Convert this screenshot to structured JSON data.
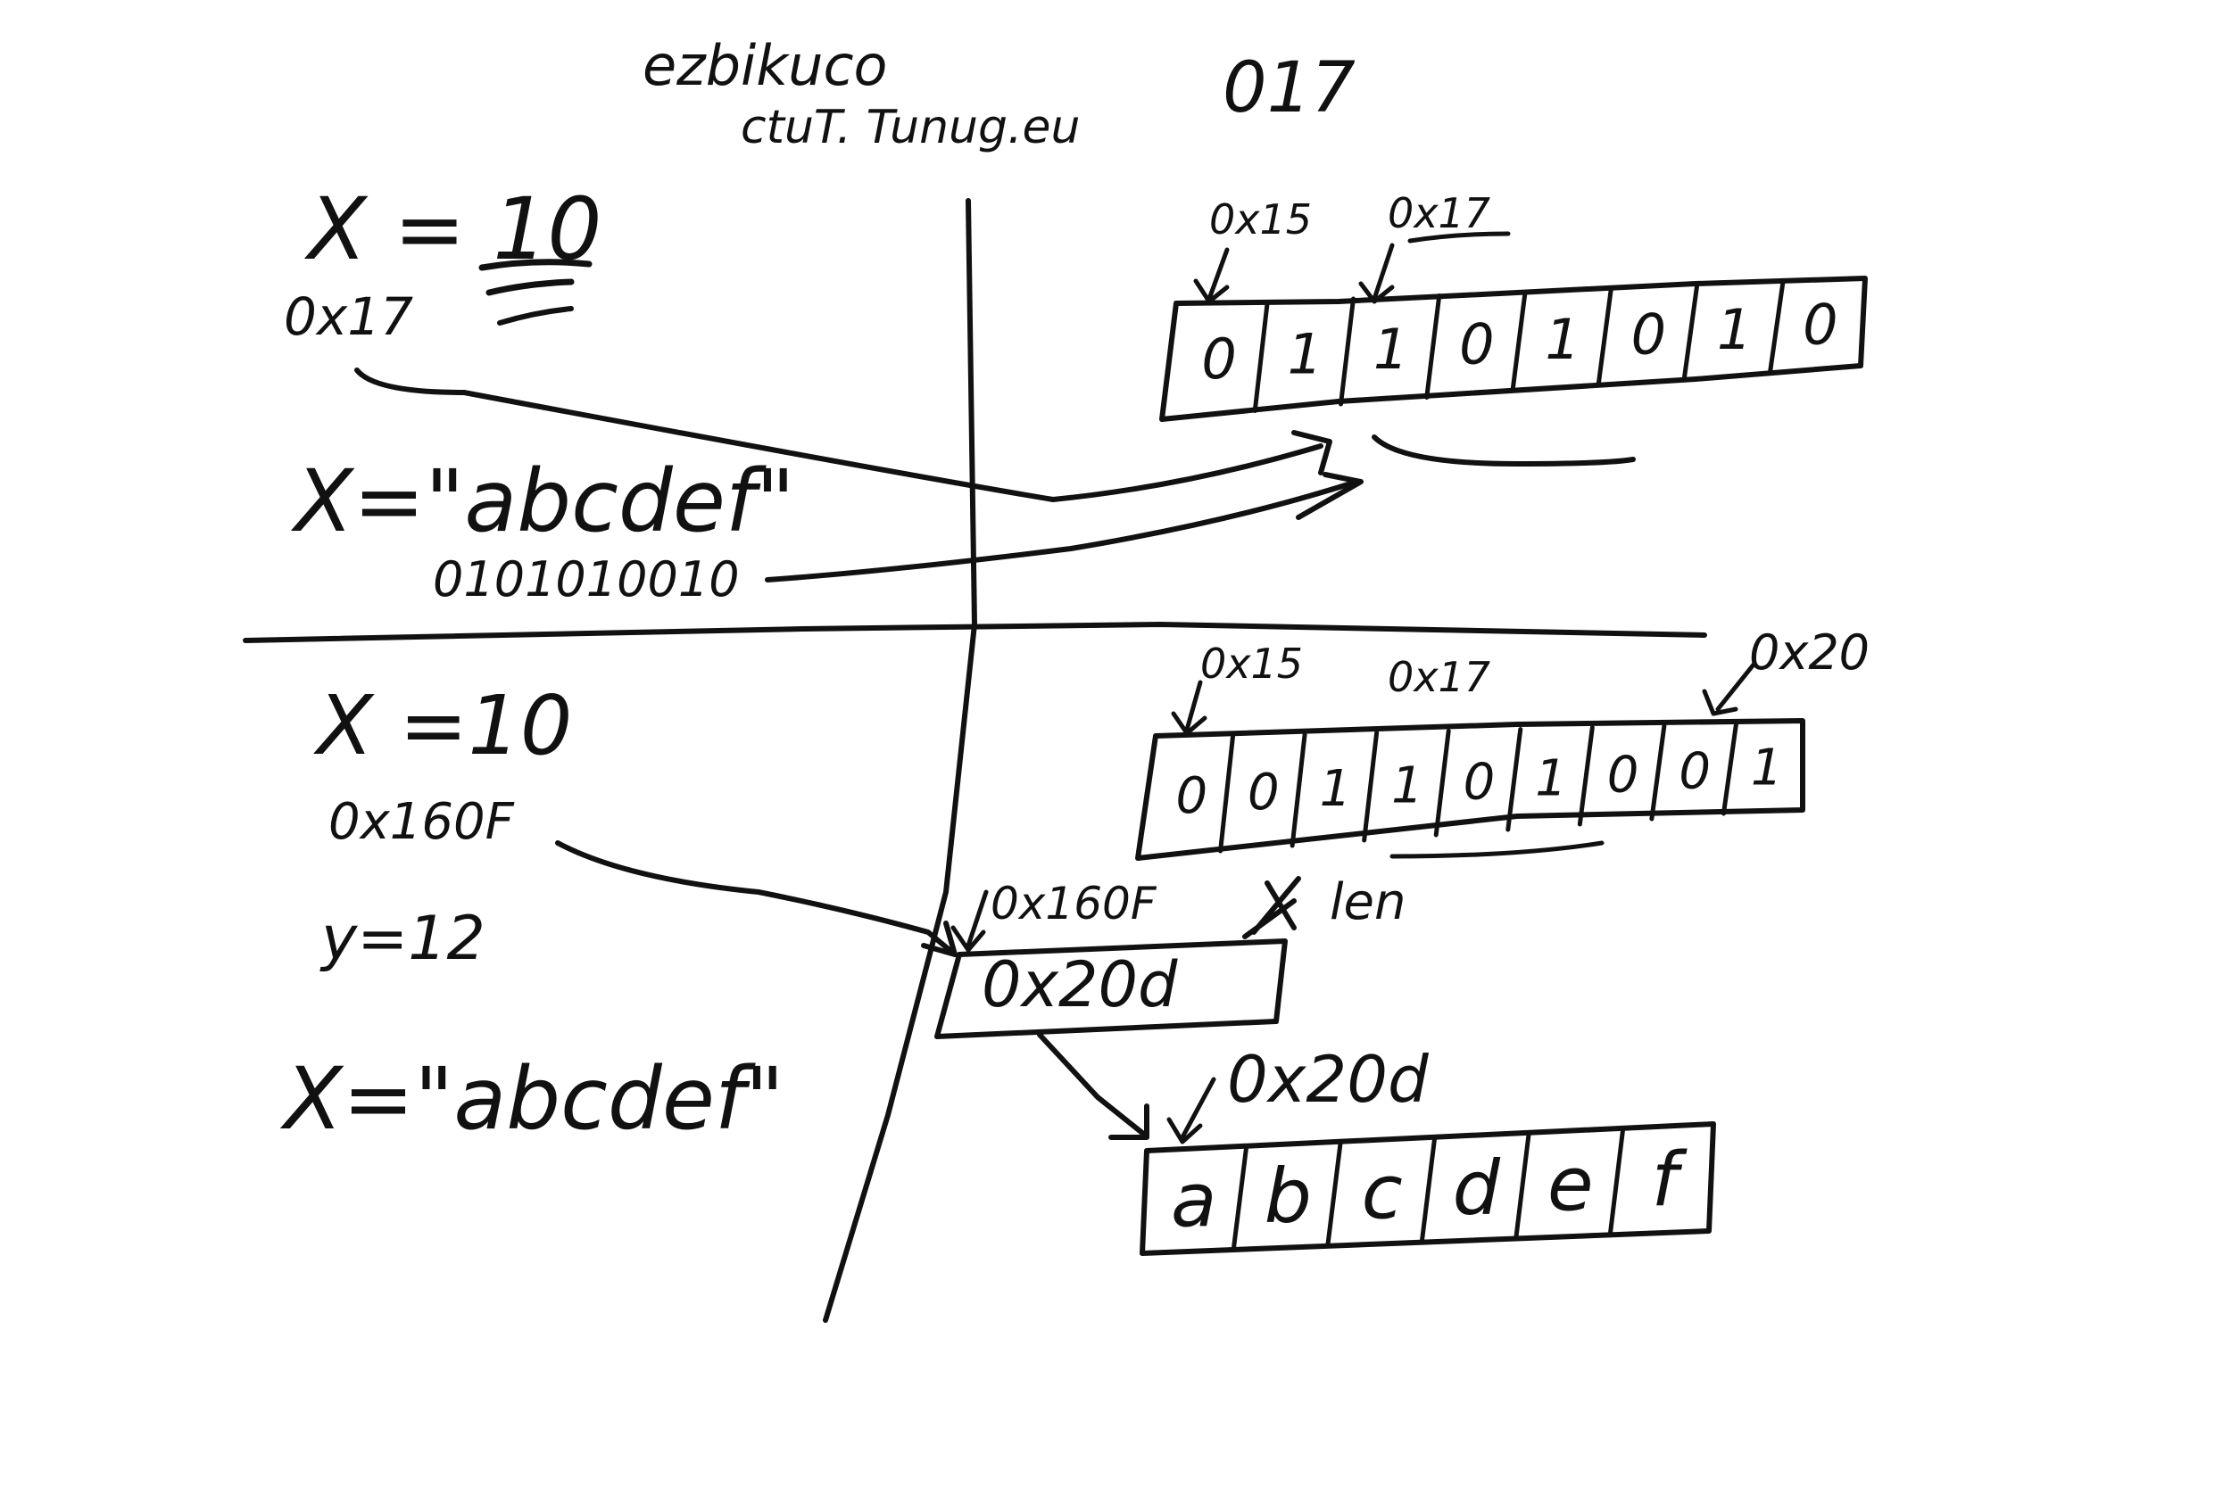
{
  "title": {
    "line1": "ezbikuco",
    "line2": "ctuT. Tunug.eu",
    "badge": "017"
  },
  "top_left": {
    "assign_int": "X = 10",
    "addr_int": "0x17",
    "assign_str": "X=\"abcdef\"",
    "bits_str": "0101010010"
  },
  "top_right": {
    "label_a": "0x15",
    "label_b": "0x17",
    "cells": [
      "0",
      "1",
      "1",
      "0",
      "1",
      "0",
      "1",
      "0"
    ]
  },
  "bottom_left": {
    "assign_int": "X =10",
    "addr_ptr": "0x160F",
    "assign_y": "y=12",
    "assign_str": "X=\"abcdef\""
  },
  "bottom_right": {
    "label_a": "0x15",
    "label_b": "0x17",
    "label_c": "0x20",
    "cells": [
      "0",
      "0",
      "1",
      "1",
      "0",
      "1",
      "0",
      "0",
      "1"
    ],
    "ptr_label": "0x160F",
    "ptr_value": "0x20d",
    "len_label": "len",
    "str_label": "0x20d",
    "str_cells": [
      "a",
      "b",
      "c",
      "d",
      "e",
      "f"
    ]
  }
}
